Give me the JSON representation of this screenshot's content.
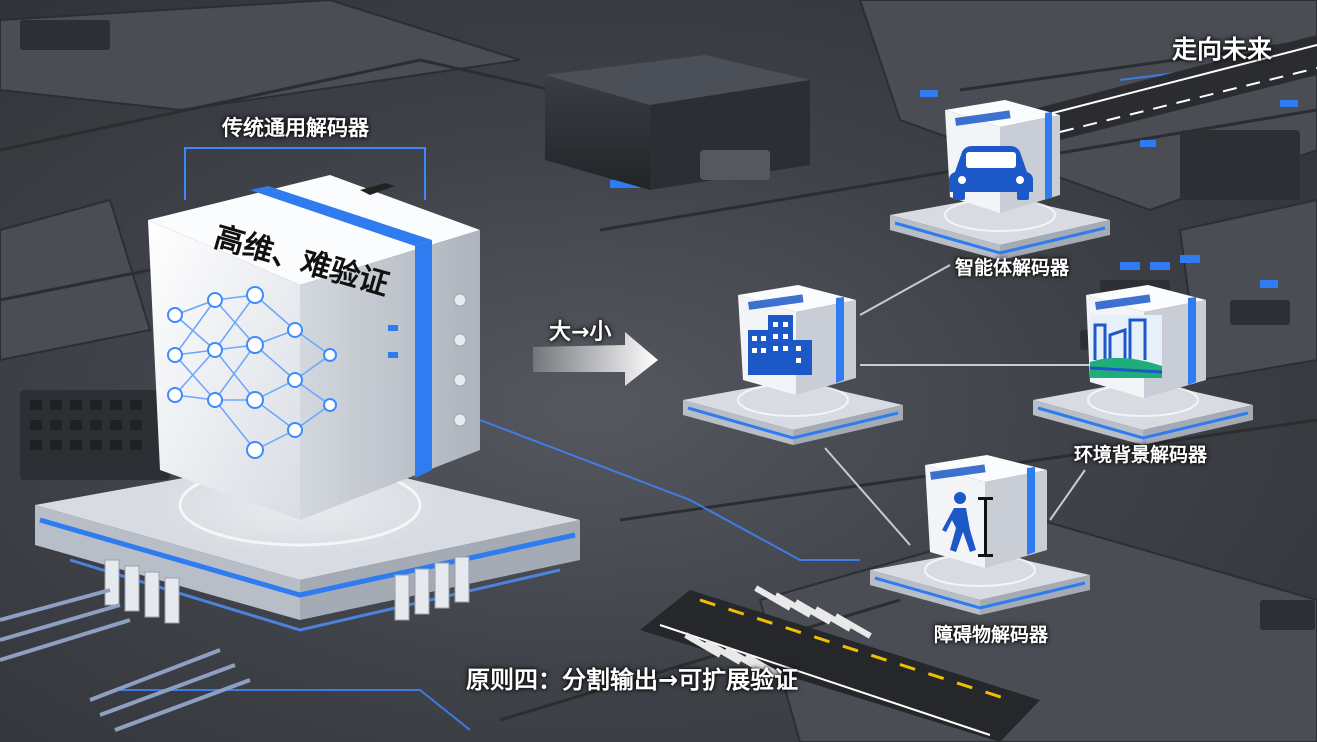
{
  "corner_title": "走向未来",
  "main_block": {
    "label": "传统通用解码器",
    "face_text": "高维、难验证",
    "icon": "neural-network-icon"
  },
  "transition_label": "大→小",
  "decoders": [
    {
      "label": "智能体解码器",
      "icon": "car-icon"
    },
    {
      "label": "环境背景解码器",
      "icon": "landscape-icon"
    },
    {
      "label": "障碍物解码器",
      "icon": "pedestrian-icon"
    },
    {
      "label": "",
      "icon": "building-icon"
    }
  ],
  "principle": "原则四：分割输出→可扩展验证",
  "colors": {
    "accent": "#2f7bf0",
    "board": "#43464c",
    "module": "#f1f3f6"
  }
}
